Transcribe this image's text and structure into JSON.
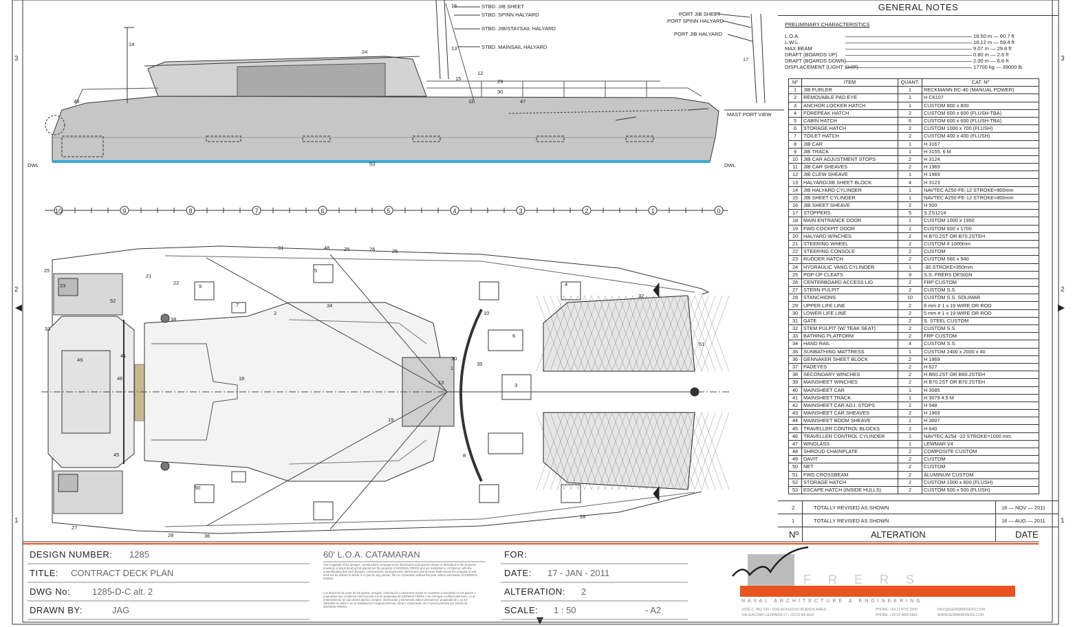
{
  "general_notes": {
    "title": "GENERAL NOTES",
    "preliminary_label": "PRELIMINARY CHARACTERISTICS",
    "specs": [
      {
        "label": "L.O.A.",
        "value": "18.50  m  —  60.7  ft"
      },
      {
        "label": "L.W.L.",
        "value": "18.12  m  —  59.4  ft"
      },
      {
        "label": "MAX BEAM",
        "value": "9.07  m  —  29.8  ft"
      },
      {
        "label": "DRAFT  (BOARDS UP)",
        "value": "0.80  m  —  2.6  ft"
      },
      {
        "label": "DRAFT  (BOARDS DOWN)",
        "value": "2.00  m  —  6.6  ft"
      },
      {
        "label": "DISPLACEMENT  (LIGHT SHIP)",
        "value": "17700  kg  —  39000  lb"
      }
    ],
    "table_headers": [
      "Nº",
      "ITEM",
      "QUANT.",
      "CAT. Nº"
    ],
    "items": [
      [
        "1",
        "JIB FURLER",
        "1",
        "RECKMANN RC-40 (MANUAL POWER)"
      ],
      [
        "2",
        "REMOVABLE PAD EYE",
        "1",
        "H C6107"
      ],
      [
        "3",
        "ANCHOR LOCKER HATCH",
        "1",
        "CUSTOM 800 x 800"
      ],
      [
        "4",
        "FOREPEAK HATCH",
        "2",
        "CUSTOM 600 x 600 (FLUSH-TBA)"
      ],
      [
        "5",
        "CABIN HATCH",
        "6",
        "CUSTOM 600 x 600 (FLUSH-TBA)"
      ],
      [
        "6",
        "STORAGE HATCH",
        "2",
        "CUSTOM 1000 x 700 (FLUSH)"
      ],
      [
        "7",
        "TOILET HATCH",
        "2",
        "CUSTOM 400 x 400 (FLUSH)"
      ],
      [
        "8",
        "JIB CAR",
        "1",
        "H 3167"
      ],
      [
        "9",
        "JIB TRACK",
        "1",
        "H 3155. 6 M"
      ],
      [
        "10",
        "JIB CAR ADJUSTMENT STOPS",
        "2",
        "H 3124"
      ],
      [
        "11",
        "JIB CAR SHEAVES",
        "2",
        "H 1969"
      ],
      [
        "12",
        "JIB CLEW SHEAVE",
        "1",
        "H 1969"
      ],
      [
        "13",
        "HALYARD/JIB SHEET BLOCK",
        "4",
        "H 3123"
      ],
      [
        "14",
        "JIB HALYARD CYLINDER",
        "1",
        "NAVTEC A250-FE-12 STROKE=800mm"
      ],
      [
        "15",
        "JIB SHEET CYLINDER",
        "1",
        "NAVTEC A250-FE-12 STROKE=800mm"
      ],
      [
        "16",
        "JIB SHEET SHEAVE",
        "2",
        "H 500"
      ],
      [
        "17",
        "STOPPERS",
        "5",
        "S ZS1214"
      ],
      [
        "18",
        "MAIN ENTRANCE DOOR",
        "1",
        "CUSTOM 1000 x 1950"
      ],
      [
        "19",
        "FWD COCKPIT DOOR",
        "1",
        "CUSTOM 600 x 1700"
      ],
      [
        "20",
        "HALYARD WINCHES",
        "2",
        "H B70.2ST OR B70.2STEH"
      ],
      [
        "21",
        "STEERING WHEEL",
        "2",
        "CUSTOM # 1000mm"
      ],
      [
        "22",
        "STEERING CONSOLE",
        "2",
        "CUSTOM"
      ],
      [
        "23",
        "RUDDER HATCH",
        "2",
        "CUSTOM 560 x 940"
      ],
      [
        "24",
        "HYDRAULIC VANG CYLINDER",
        "1",
        "-30 STROKE=350mm"
      ],
      [
        "25",
        "POP-UP CLEATS",
        "9",
        "S.S. FRERS DESIGN"
      ],
      [
        "26",
        "CENTERBOARD ACCESS LID",
        "2",
        "FRP CUSTOM"
      ],
      [
        "27",
        "STERN PULPIT",
        "2",
        "CUSTOM S.S."
      ],
      [
        "28",
        "STANCHIONS",
        "10",
        "CUSTOM S.S.   SOLIMAR"
      ],
      [
        "29",
        "UPPER LIFE LINE",
        "2",
        "8  mm  # 1 x 19 WIRE OR ROD"
      ],
      [
        "30",
        "LOWER LIFE LINE",
        "2",
        "5 mm # 1 x 19 WIRE OR ROD"
      ],
      [
        "31",
        "GATE",
        "2",
        "S. STEEL CUSTOM"
      ],
      [
        "32",
        "STEM PULPIT (W/ TEAK SEAT)",
        "2",
        "CUSTOM S.S."
      ],
      [
        "33",
        "BATHING PLATFORM",
        "2",
        "FRP CUSTOM"
      ],
      [
        "34",
        "HAND RAIL",
        "4",
        "CUSTOM S.S."
      ],
      [
        "35",
        "SUNBATHING MATTRESS",
        "1",
        "CUSTOM 2400 x 2000 x 40"
      ],
      [
        "36",
        "GENNAKER SHEET BLOCK",
        "2",
        "H 1969"
      ],
      [
        "37",
        "PADEYES",
        "2",
        "H 627"
      ],
      [
        "38",
        "SECONDARY WINCHES",
        "2",
        "H B60.2ST OR B60.2STEH"
      ],
      [
        "39",
        "MAINSHEET WINCHES",
        "2",
        "H B70.2ST OR B70.2STEH"
      ],
      [
        "40",
        "MAINSHEET CAR",
        "1",
        "H 3085"
      ],
      [
        "41",
        "MAINSHEET TRACK",
        "1",
        "H 3079  4.5  M"
      ],
      [
        "42",
        "MAINSHEET CAR ADJ. STOPS",
        "2",
        "H 548"
      ],
      [
        "43",
        "MAINSHEET CAR SHEAVES",
        "2",
        "H 1969"
      ],
      [
        "44",
        "MAINSHEET BOOM SHEAVE",
        "1",
        "H 3007"
      ],
      [
        "45",
        "TRAVELLER CONTROL BLOCKS",
        "2",
        "H 640"
      ],
      [
        "46",
        "TRAVELLER CONTROL CYLINDER",
        "1",
        "NAVTEC A254 -10 STROKE=1000 mm"
      ],
      [
        "47",
        "WINDLASS",
        "1",
        "LEWMAR V4"
      ],
      [
        "48",
        "SHROUD CHAINPLATE",
        "2",
        "COMPOSITE CUSTOM"
      ],
      [
        "49",
        "DAVIT",
        "2",
        "CUSTOM"
      ],
      [
        "50",
        "NET",
        "2",
        "CUSTOM"
      ],
      [
        "51",
        "FWD CROSSBEAM",
        "2",
        "ALUMINUM CUSTOM"
      ],
      [
        "52",
        "STORAGE HATCH",
        "2",
        "CUSTOM 1000 x 600 (FLUSH)"
      ],
      [
        "53",
        "ESCAPE HATCH (INSIDE HULLS)",
        "2",
        "CUSTOM 500 x 500 (FLUSH)"
      ]
    ]
  },
  "alterations": {
    "rows": [
      {
        "no": "2",
        "text": "TOTALLY REVISED AS SHOWN",
        "date": "16  —  NOV  —  2011"
      },
      {
        "no": "1",
        "text": "TOTALLY REVISED AS SHOWN",
        "date": "16  —  AUG  —  2011"
      }
    ],
    "head_no": "Nº",
    "head_alteration": "ALTERATION",
    "head_date": "DATE"
  },
  "title_block": {
    "design_number_label": "DESIGN NUMBER:",
    "design_number": "1285",
    "title_label": "TITLE:",
    "title": "CONTRACT DECK PLAN",
    "dwg_label": "DWG No:",
    "dwg": "1285-D-C alt. 2",
    "drawn_label": "DRAWN BY:",
    "drawn": "JAG",
    "project": "60' L.O.A. CATAMARAN",
    "for_label": "FOR:",
    "date_label": "DATE:",
    "date": "17 - JAN - 2011",
    "alteration_label": "ALTERATION:",
    "alteration": "2",
    "scale_label": "SCALE:",
    "scale": "1 : 50",
    "paper": "-   A2",
    "legal_en": "The Copyright of the designs, constructions, arrangements, disclosures and devices shown or described in the proposal drawings or plans bearing this legend are the property of GERMAN FRERS and are submitted in confidence with the understanding that such designs, constructions, arrangements, disclosures and devices shall remain the property of and shall not be utilized in whole or in part by any person, firm or corporation without the prior written permission of GERMAN FRERS.",
    "legal_es": "Los derechos de autor de los planos, arreglos, información y elementos según se muestran o describen en los planos o propuestas que contienen esta leyenda son de propiedad de GERMAN FRERS y se entregan confidencialmente, en el entendimiento de que dichos planos, arreglos, información y elementos deben permanecer propiedad de y no ser utilizados en parte o en su totalidad por ninguna persona, firma o corporación sin el previo permiso por escrito de GERMAN FRERS.",
    "brand": "F  R  E  R  S",
    "brand_sub": "NAVAL  ARCHITECTURE  &  ENGINEERING",
    "addr1": "JOSE C. PAZ 234 • 1640 ACASSUSO   BUENOS AIRES",
    "addr2": "VIA GIACOMO LEOPARDI 27 • 20123   MILANO",
    "phone1": "PHONE: +54 11 4732 3300",
    "phone2": "PHONE: +39 02 4800 6952",
    "email": "INFO@GERMANFRERS.COM",
    "web": "WWW.GERMANFRERS.COM"
  },
  "drawing": {
    "rigging_labels": [
      "STBD.  JIB SHEET",
      "STBD.  SPINN HALYARD",
      "STBD.  JIB/STAYSAIL HALYARD",
      "STBD.  MAINSAIL HALYARD",
      "PORT JIB SHEET",
      "PORT SPINN HALYARD",
      "PORT JIB HALYARD"
    ],
    "mast_view_label": "MAST PORT VIEW",
    "dwl": "DWL",
    "station_numbers": [
      "10",
      "9",
      "8",
      "7",
      "6",
      "5",
      "4",
      "3",
      "2",
      "1",
      "0"
    ],
    "zone_numbers": [
      "3",
      "2",
      "1"
    ],
    "profile_callouts": [
      "16",
      "14",
      "24",
      "15",
      "12",
      "29",
      "30",
      "11",
      "47",
      "49",
      "13",
      "17",
      "53"
    ],
    "plan_callouts": [
      "31",
      "48",
      "25",
      "26",
      "25",
      "25",
      "23",
      "21",
      "22",
      "52",
      "38",
      "33",
      "34",
      "49",
      "46",
      "41",
      "18",
      "45",
      "27",
      "28",
      "36",
      "28",
      "32",
      "51",
      "10",
      "35",
      "20",
      "13",
      "19",
      "8",
      "9",
      "6",
      "3",
      "4",
      "5",
      "7",
      "2",
      "1",
      "50"
    ]
  },
  "colors": {
    "ink": "#222222",
    "waterline": "#3aa8d8",
    "hull_fill": "#bfbfbf",
    "brand_orange": "#e8531e"
  }
}
